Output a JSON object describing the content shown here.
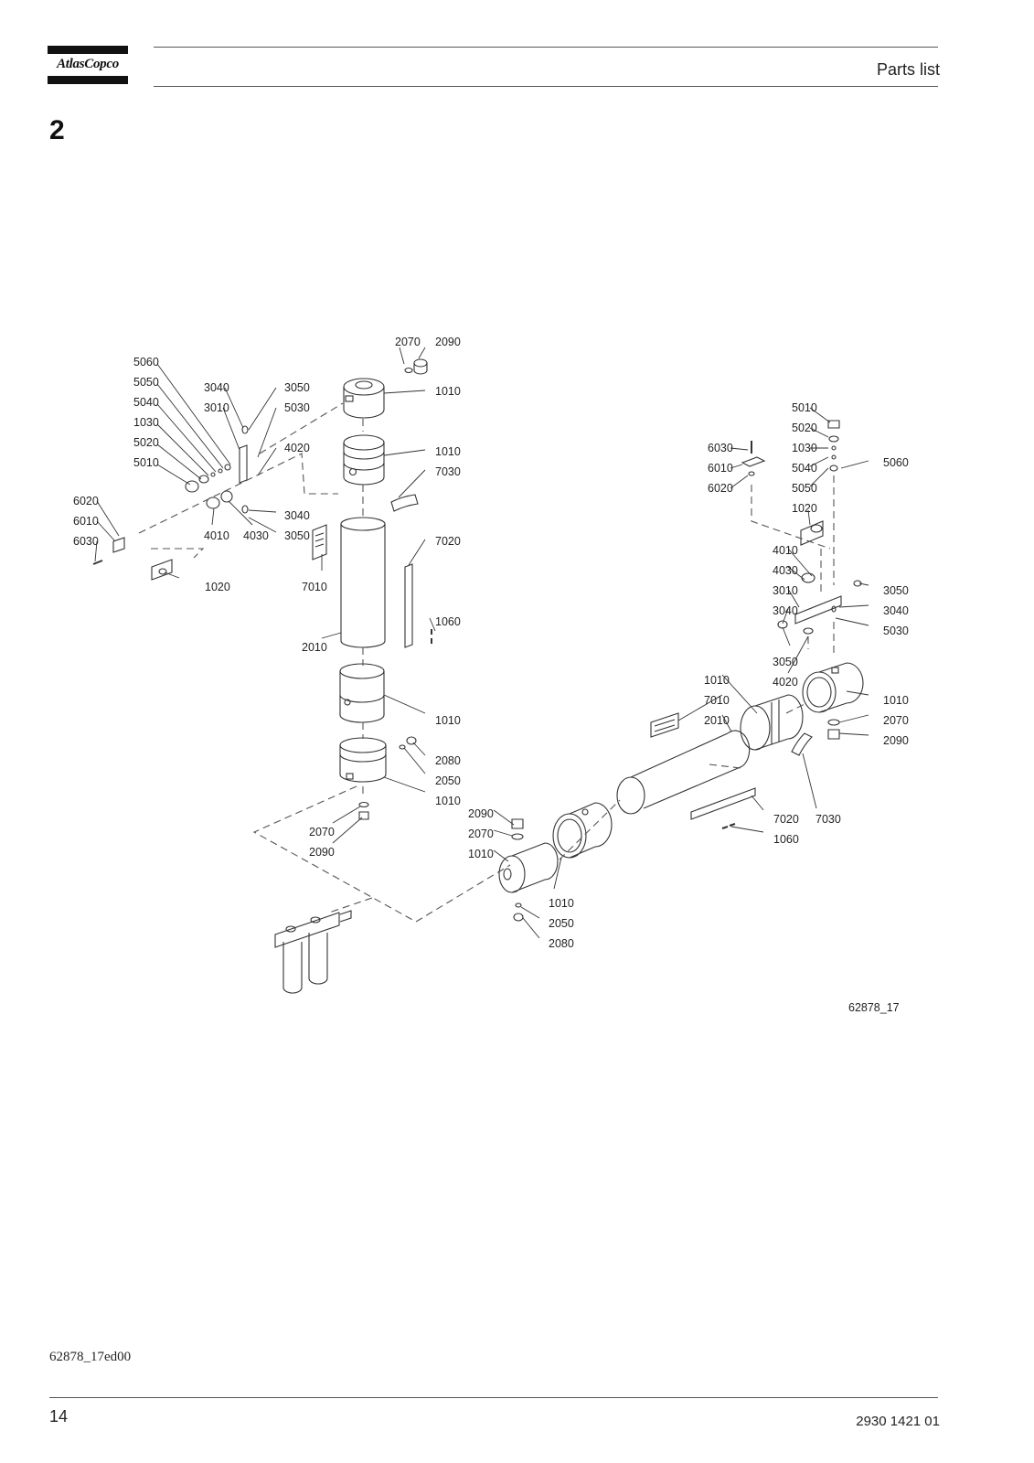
{
  "header": {
    "logo_text": "AtlasCopco",
    "title": "Parts list"
  },
  "section": {
    "number": "2"
  },
  "figure": {
    "id": "62878_17",
    "callouts_left": [
      "5060",
      "5050",
      "5040",
      "1030",
      "5020",
      "5010",
      "6020",
      "6010",
      "6030",
      "1020",
      "3040",
      "3010",
      "4010",
      "4030",
      "3050",
      "5030",
      "4020",
      "3040",
      "3050",
      "7010",
      "2010",
      "2070",
      "2090",
      "1010",
      "1010",
      "7030",
      "7020",
      "1060",
      "1010",
      "2080",
      "2050",
      "1010",
      "2070",
      "2090"
    ],
    "callouts_right": [
      "5010",
      "5020",
      "1030",
      "5040",
      "5050",
      "5060",
      "6030",
      "6010",
      "6020",
      "1020",
      "4010",
      "4030",
      "3010",
      "3040",
      "3050",
      "4020",
      "3050",
      "3040",
      "5030",
      "1010",
      "7010",
      "2010",
      "1010",
      "2070",
      "2090",
      "7020",
      "7030",
      "1060",
      "2090",
      "2070",
      "1010",
      "1010",
      "2050",
      "2080"
    ]
  },
  "footer": {
    "doc_code": "62878_17ed00",
    "page_number": "14",
    "doc_id": "2930 1421 01"
  }
}
